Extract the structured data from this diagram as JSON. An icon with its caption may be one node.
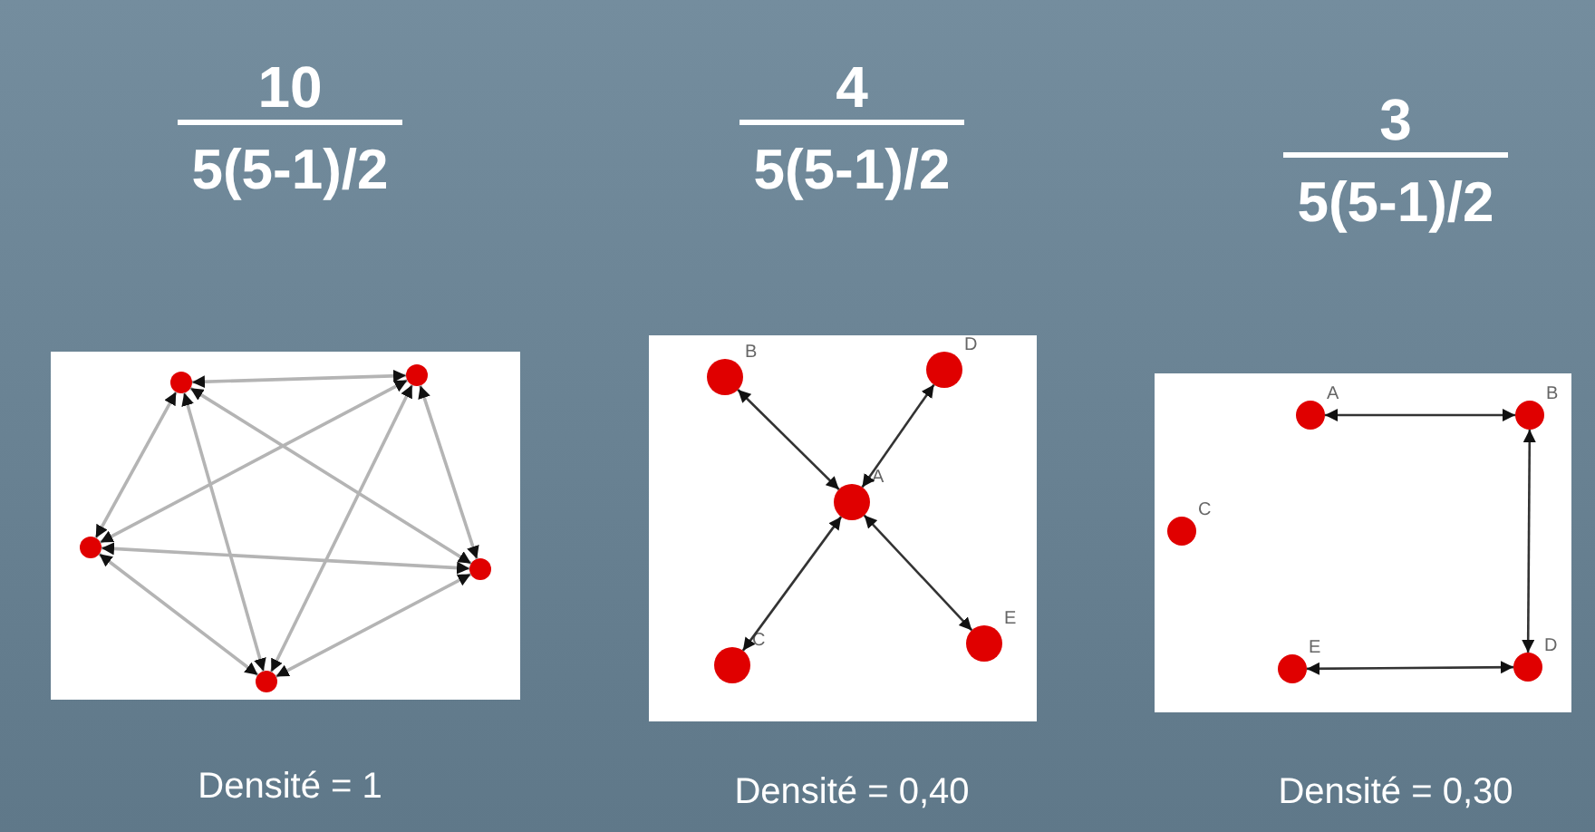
{
  "diagram": {
    "nodes": [
      {
        "text": [],
        "shape": "box",
        "beside": [
          "10",
          "5(5-1)/2",
          "Densité = 1"
        ]
      },
      {
        "text": [],
        "shape": "circle",
        "in": 0
      },
      {
        "text": [],
        "shape": "circle",
        "in": 0
      },
      {
        "text": [],
        "shape": "circle",
        "in": 0
      },
      {
        "text": [],
        "shape": "circle",
        "in": 0
      },
      {
        "text": [],
        "shape": "circle",
        "in": 0
      },
      {
        "text": [],
        "shape": "box",
        "beside": [
          "4",
          "5(5-1)/2",
          "Densité = 0,40"
        ]
      },
      {
        "text": [
          "B"
        ],
        "in": 6
      },
      {
        "text": [
          "D"
        ],
        "in": 6
      },
      {
        "text": [
          "A"
        ],
        "in": 6
      },
      {
        "text": [
          "C"
        ],
        "in": 6
      },
      {
        "text": [
          "E"
        ],
        "in": 6
      },
      {
        "text": [],
        "shape": "box",
        "beside": [
          "3",
          "5(5-1)/2",
          "Densité = 0,30"
        ]
      },
      {
        "text": [
          "A"
        ],
        "in": 12
      },
      {
        "text": [
          "B"
        ],
        "in": 12
      },
      {
        "text": [
          "C"
        ],
        "in": 12
      },
      {
        "text": [
          "E"
        ],
        "in": 12
      },
      {
        "text": [
          "D"
        ],
        "in": 12
      }
    ],
    "edges": [
      {
        "from": 1,
        "to": 2,
        "arrow": "both"
      },
      {
        "from": 1,
        "to": 3,
        "arrow": "both"
      },
      {
        "from": 1,
        "to": 4,
        "arrow": "both"
      },
      {
        "from": 1,
        "to": 5,
        "arrow": "both"
      },
      {
        "from": 2,
        "to": 3,
        "arrow": "both"
      },
      {
        "from": 2,
        "to": 4,
        "arrow": "both"
      },
      {
        "from": 2,
        "to": 5,
        "arrow": "both"
      },
      {
        "from": 3,
        "to": 4,
        "arrow": "both"
      },
      {
        "from": 3,
        "to": 5,
        "arrow": "both"
      },
      {
        "from": 4,
        "to": 5,
        "arrow": "both"
      },
      {
        "from": 9,
        "to": 7,
        "arrow": "both",
        "color": "#333333"
      },
      {
        "from": 9,
        "to": 8,
        "arrow": "both",
        "color": "#333333"
      },
      {
        "from": 9,
        "to": 10,
        "arrow": "both",
        "color": "#333333"
      },
      {
        "from": 9,
        "to": 11,
        "arrow": "both",
        "color": "#333333"
      },
      {
        "from": 13,
        "to": 14,
        "arrow": "both",
        "color": "#333333"
      },
      {
        "from": 14,
        "to": 17,
        "arrow": "both",
        "color": "#333333"
      },
      {
        "from": 16,
        "to": 17,
        "arrow": "both",
        "color": "#333333"
      }
    ]
  }
}
